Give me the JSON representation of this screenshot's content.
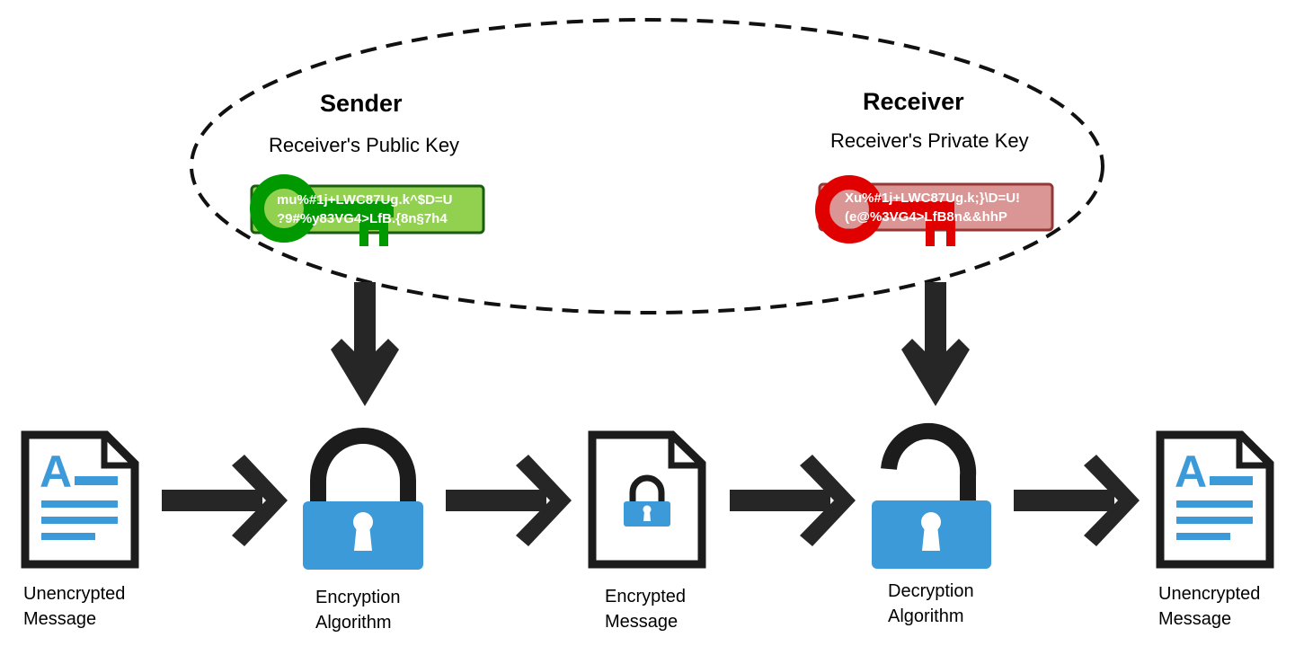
{
  "sender": {
    "title": "Sender",
    "key_label": "Receiver's Public Key",
    "key_text": "mu%#1j+LWC87Ug.k^$D=U\n?9#%y83VG4>LfB.{8n§7h4",
    "key_color": "#009a00",
    "key_box_color": "#92d050"
  },
  "receiver": {
    "title": "Receiver",
    "key_label": "Receiver's Private Key",
    "key_text": "Xu%#1j+LWC87Ug.k;}\\D=U!\n(e@%3VG4>LfB8n&&hhP",
    "key_color": "#e00000",
    "key_box_color": "#d99694"
  },
  "steps": [
    {
      "label": "Unencrypted\nMessage",
      "icon": "document-text-icon"
    },
    {
      "label": "Encryption\nAlgorithm",
      "icon": "padlock-closed-icon"
    },
    {
      "label": "Encrypted\nMessage",
      "icon": "document-locked-icon"
    },
    {
      "label": "Decryption\nAlgorithm",
      "icon": "padlock-open-icon"
    },
    {
      "label": "Unencrypted\nMessage",
      "icon": "document-text-icon"
    }
  ],
  "colors": {
    "arrow": "#262626",
    "lock_body": "#3d9ad8",
    "doc_text": "#3d9ad8",
    "outline": "#1c1c1c"
  }
}
